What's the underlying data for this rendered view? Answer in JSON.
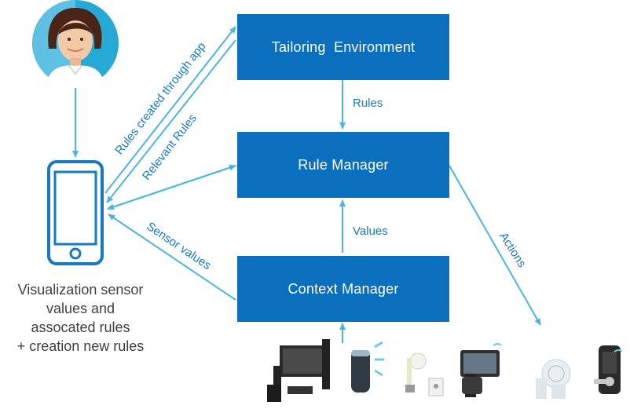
{
  "colors": {
    "box_fill": "#0a6fbd",
    "arrow": "#4db3e6",
    "label_text": "#1679c2",
    "caption_text": "#3f3f3f"
  },
  "boxes": {
    "tailoring_environment": "Tailoring  Environment",
    "rule_manager": "Rule Manager",
    "context_manager": "Context Manager"
  },
  "edges": {
    "rules_created_through_app": "Rules created through app",
    "relevant_rules": "Relevant Rules",
    "sensor_values": "Sensor values",
    "rules": "Rules",
    "values": "Values",
    "actions": "Actions"
  },
  "caption": {
    "line1": "Visualization sensor",
    "line2": "values and",
    "line3": "assocated rules",
    "line4": "+ creation new rules"
  },
  "icons": [
    "user-avatar-icon",
    "smartphone-icon",
    "home-theater-icon",
    "smart-speaker-icon",
    "light-bulb-icon",
    "smart-plug-icon",
    "tablet-icon",
    "smartwatch-icon",
    "smoke-detector-icon",
    "smart-lock-icon"
  ]
}
